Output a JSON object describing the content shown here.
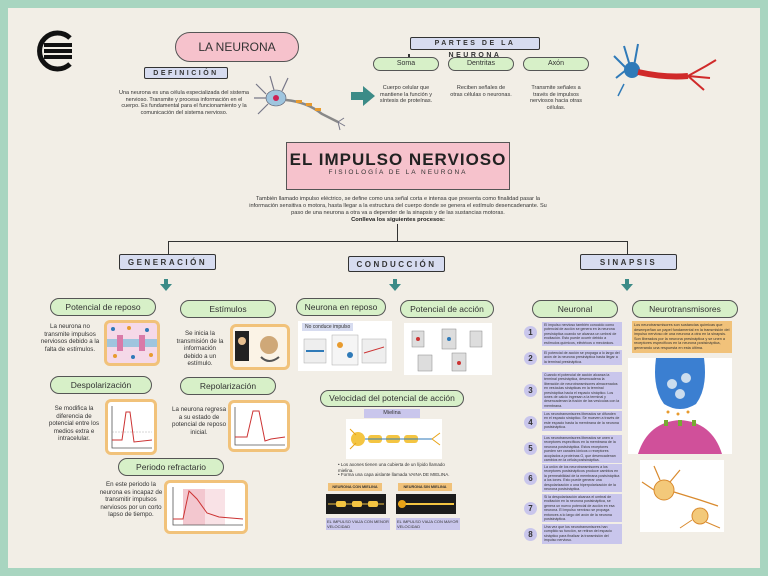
{
  "header": {
    "title": "LA NEURONA",
    "definicion_label": "DEFINICIÓN",
    "definicion_text": "Una neurona es una célula especializada del sistema nervioso. Transmite y procesa información en el cuerpo. Es fundamental para el funcionamiento y la comunicación del sistema nervioso.",
    "partes_label": "PARTES DE LA NEURONA",
    "parts": [
      {
        "name": "Soma",
        "desc": "Cuerpo celular que mantiene la función y síntesis de proteínas."
      },
      {
        "name": "Dentritas",
        "desc": "Reciben señales de otras células o neuronas."
      },
      {
        "name": "Axón",
        "desc": "Transmite señales a través de impulsos nerviosos hacia otras células."
      }
    ]
  },
  "main": {
    "title": "EL IMPULSO NERVIOSO",
    "subtitle": "FISIOLOGÍA DE LA NEURONA",
    "intro": "También llamado impulso eléctrico, se define como una señal corta e intensa que presenta como finalidad pasar la información sensitiva o motora, hasta llegar a la estructura del cuerpo donde se genera el estímulo desencadenante. Su paso de una neurona a otra va a depender de la sinapsis y de las sustancias motoras.",
    "intro_bold": "Conlleva los siguientes procesos:"
  },
  "generacion": {
    "label": "GENERACIÓN",
    "potencial_reposo": {
      "title": "Potencial de reposo",
      "text": "La neurona no transmite impulsos nerviosos debido a la falta de estímulos."
    },
    "estimulos": {
      "title": "Estímulos",
      "text": "Se inicia la transmisión de la información debido a un estímulo."
    },
    "despolarizacion": {
      "title": "Despolarización",
      "text": "Se modifica la diferencia de potencial entre los medios extra e intracelular."
    },
    "repolarizacion": {
      "title": "Repolarización",
      "text": "La neurona regresa a su estado de potencial de reposo inicial."
    },
    "periodo": {
      "title": "Periodo refractario",
      "text": "En este periodo la neurona es incapaz de transmitir impulsos nerviosos por un corto lapso de tiempo."
    }
  },
  "conduccion": {
    "label": "CONDUCCIÓN",
    "neurona_reposo": "Neurona en reposo",
    "no_conduce": "No conduce impulso",
    "potencial_accion": "Potencial de acción",
    "velocidad": "Velocidad del potencial de acción",
    "mielina": "Mielina",
    "bullets": [
      "Los axones tienen una cubierta de un lípido llamado mielina.",
      "Forma una capa aislante llamada VAINA DE MIELINA."
    ],
    "con_mielina": "NEURONA CON MIELINA",
    "sin_mielina": "NEURONA SIN MIELINA",
    "menor": "EL IMPULSO VIAJA CON MENOR VELOCIDAD",
    "mayor": "EL IMPULSO VIAJA CON MAYOR VELOCIDAD"
  },
  "sinapsis": {
    "label": "SINAPSIS",
    "neuronal": "Neuronal",
    "neurotransmisores": "Neurotransmisores",
    "neuro_text": "Los neurotransmisores son sustancias químicas que desempeñan un papel fundamental en la transmisión del impulso nervioso de una neurona a otra en la sinapsis. Son liberados por la neurona presináptica y se unen a receptores específicos en la neurona postsináptica, generando una respuesta en esta última.",
    "steps": [
      {
        "n": "1",
        "text": "El impulso nervioso también conocido como potencial de acción se genera en la neurona presináptica cuando se alcanza un umbral de excitación. Esto puede ocurrir debido a estímulos químicos, eléctricos o mecánicos."
      },
      {
        "n": "2",
        "text": "El potencial de acción se propaga a lo largo del axón de la neurona presináptica hasta llegar a la terminal presináptica."
      },
      {
        "n": "3",
        "text": "Cuando el potencial de acción alcanza la terminal presináptica, desencadena la liberación de neurotransmisores almacenados en vesículas sinápticas en la terminal presináptica hacia el espacio sináptico. Los iones de calcio ingresan a la terminal y desencadenan la fusión de las vesículas con la membrana."
      },
      {
        "n": "4",
        "text": "Los neurotransmisores liberados se difunden en el espacio sináptico. Se mueven a través de este espacio hasta la membrana de la neurona postsináptica."
      },
      {
        "n": "5",
        "text": "Los neurotransmisores liberados se unen a receptores específicos en la membrana de la neurona postsináptica. Estos receptores pueden ser canales iónicos o receptores acoplados a proteínas G, que desencadenan cambios en la célula postsináptica."
      },
      {
        "n": "6",
        "text": "La unión de los neurotransmisores a los receptores postsinápticos produce cambios en la permeabilidad de la membrana postsináptica a los iones. Esto puede generar una despolarización o una hiperpolarización de la neurona postsináptica."
      },
      {
        "n": "7",
        "text": "Si la despolarización alcanza el umbral de excitación en la neurona postsináptica, se genera un nuevo potencial de acción en esa neurona. El impulso nervioso se propaga entonces a lo largo del axón de la neurona postsináptica."
      },
      {
        "n": "8",
        "text": "Una vez que los neurotransmisores han cumplido su función, se retiran del espacio sináptico para finalizar la transmisión del impulso nervioso."
      }
    ]
  },
  "colors": {
    "background_frame": "#a8d5c0",
    "paper": "#f2eee6",
    "pink": "#f6c2cc",
    "green": "#d7f0c8",
    "lavender": "#d7dcf0",
    "teal_arrow": "#3c8b87",
    "orange_frame": "#f1c27a",
    "purple_step": "#c9c6ec"
  },
  "icons": [
    "logo-icon",
    "neuron-icon",
    "arrow-right-icon",
    "arrow-down-icon"
  ]
}
